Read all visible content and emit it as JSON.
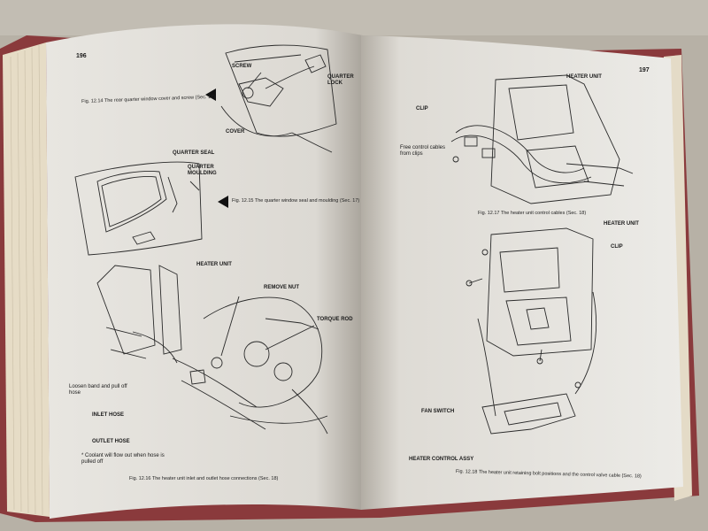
{
  "book": {
    "left_page": {
      "page_number": "196",
      "figures": [
        {
          "caption": "Fig. 12.14 The rear quarter window cover and screw (Sec. 17)",
          "callouts": [
            "SCREW",
            "QUARTER LOCK",
            "COVER"
          ]
        },
        {
          "caption": "Fig. 12.15 The quarter window seal and moulding (Sec. 17)",
          "callouts": [
            "QUARTER SEAL",
            "QUARTER MOULDING"
          ]
        },
        {
          "caption": "Fig. 12.16 The heater unit inlet and outlet hose connections (Sec. 18)",
          "callouts": [
            "HEATER UNIT",
            "REMOVE NUT",
            "TORQUE ROD",
            "INLET HOSE",
            "OUTLET HOSE"
          ],
          "notes": [
            "Loosen band and pull off hose",
            "* Coolant will flow out when hose is pulled off"
          ]
        }
      ]
    },
    "right_page": {
      "page_number": "197",
      "figures": [
        {
          "caption": "Fig. 12.17 The heater unit control cables (Sec. 18)",
          "callouts": [
            "HEATER UNIT",
            "CLIP"
          ],
          "notes": [
            "Free control cables from clips"
          ]
        },
        {
          "caption": "Fig. 12.18 The heater unit retaining bolt positions and the control valve cable (Sec. 18)",
          "callouts": [
            "HEATER UNIT",
            "CLIP",
            "FAN SWITCH",
            "HEATER CONTROL ASSY"
          ]
        }
      ]
    },
    "colors": {
      "background": "#b9b3a8",
      "page_paper": "#eceae6",
      "page_shadow": "#cfcac2",
      "cover_binding": "#8a3a3c",
      "page_edges": "#e6dcc6",
      "ink": "#1a1a1a"
    }
  }
}
